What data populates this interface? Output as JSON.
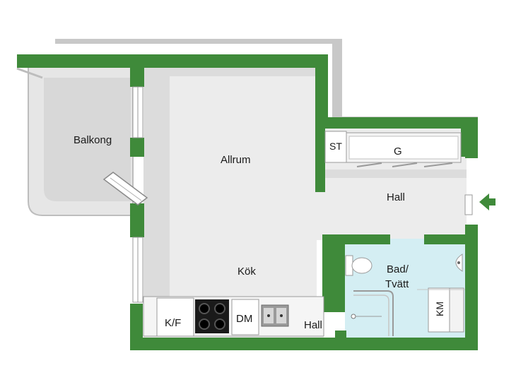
{
  "colors": {
    "wall": "#3f8a3a",
    "floor": "#ececec",
    "shadow": "#c6c6c6",
    "bath_floor": "#cfeef3",
    "fixture": "#ffffff",
    "line": "#9a9a9a",
    "entrance_arrow": "#3f8a3a"
  },
  "rooms": {
    "balcony": "Balkong",
    "living": "Allrum",
    "kitchen": "Kök",
    "hall_main": "Hall",
    "hall_small": "Hall",
    "bath_line1": "Bad/",
    "bath_line2": "Tvätt"
  },
  "fixtures": {
    "storage": "ST",
    "wardrobe": "G",
    "fridge_freezer": "K/F",
    "dishwasher": "DM",
    "washing_machine": "KM"
  },
  "icons": {
    "entrance": "entrance-arrow-icon",
    "stove": "stove-icon",
    "sink": "sink-icon",
    "toilet": "toilet-icon",
    "washbasin": "washbasin-icon",
    "shower": "shower-icon"
  }
}
